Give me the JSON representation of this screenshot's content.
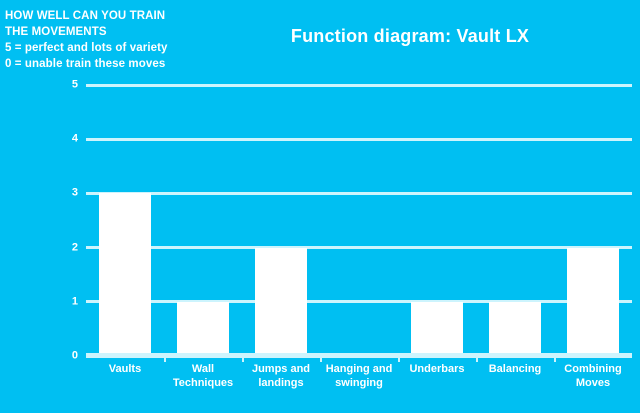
{
  "note": {
    "lines": [
      "HOW WELL CAN YOU TRAIN",
      "THE MOVEMENTS",
      "5 = perfect and lots of variety",
      "0 = unable train these moves"
    ]
  },
  "colors": {
    "background": "#00bff2",
    "bar": "#ffffff",
    "gridline": "#cdf4fd",
    "text": "#ffffff"
  },
  "chart_data": {
    "type": "bar",
    "title": "Function diagram: Vault LX",
    "xlabel": "",
    "ylabel": "",
    "ylim": [
      0,
      5
    ],
    "yticks": [
      "0",
      "1",
      "2",
      "3",
      "4",
      "5"
    ],
    "grid": true,
    "legend": "none",
    "categories": [
      "Vaults",
      "Wall Techniques",
      "Jumps and landings",
      "Hanging and swinging",
      "Underbars",
      "Balancing",
      "Combining Moves"
    ],
    "values": [
      3,
      1,
      2,
      0,
      1,
      1,
      2
    ]
  }
}
